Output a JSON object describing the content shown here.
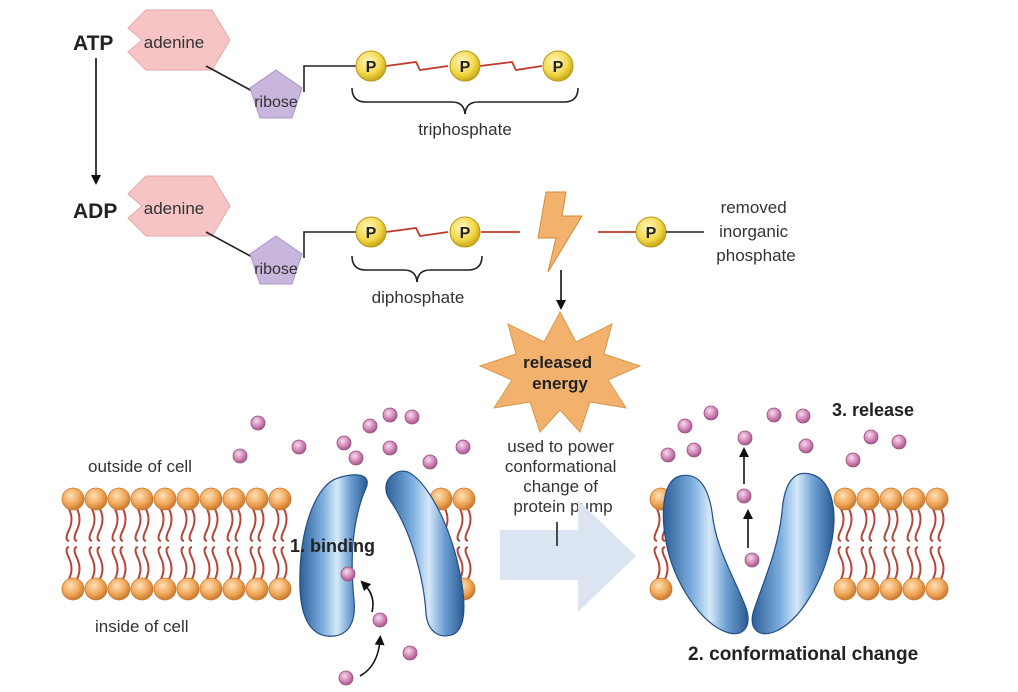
{
  "atp_row": {
    "molecule_label": "ATP",
    "base_label": "adenine",
    "sugar_label": "ribose",
    "phosphate_symbol": "P",
    "group_label": "triphosphate"
  },
  "adp_row": {
    "molecule_label": "ADP",
    "base_label": "adenine",
    "sugar_label": "ribose",
    "phosphate_symbol": "P",
    "group_label": "diphosphate",
    "removed_label": [
      "removed",
      "inorganic",
      "phosphate"
    ]
  },
  "energy": {
    "burst_label": [
      "released",
      "energy"
    ],
    "use_label": [
      "used to power",
      "conformational",
      "change of",
      "protein pump"
    ]
  },
  "membrane": {
    "outside_label": "outside of cell",
    "inside_label": "inside of cell"
  },
  "steps": {
    "binding": "1. binding",
    "conformational_change": "2. conformational change",
    "release": "3. release"
  },
  "colors": {
    "adenine_fill": "#f6c4c4",
    "ribose_fill": "#c9b6dc",
    "phosphate_fill": "#f3d84a",
    "bond_high_energy": "#c0392b",
    "energy_burst": "#f2b26e",
    "protein_blue": "#4a86c5",
    "lipid_head": "#f1a85a",
    "lipid_tail": "#b5473a",
    "ion": "#d386b8",
    "process_arrow": "#dbe4f1"
  }
}
